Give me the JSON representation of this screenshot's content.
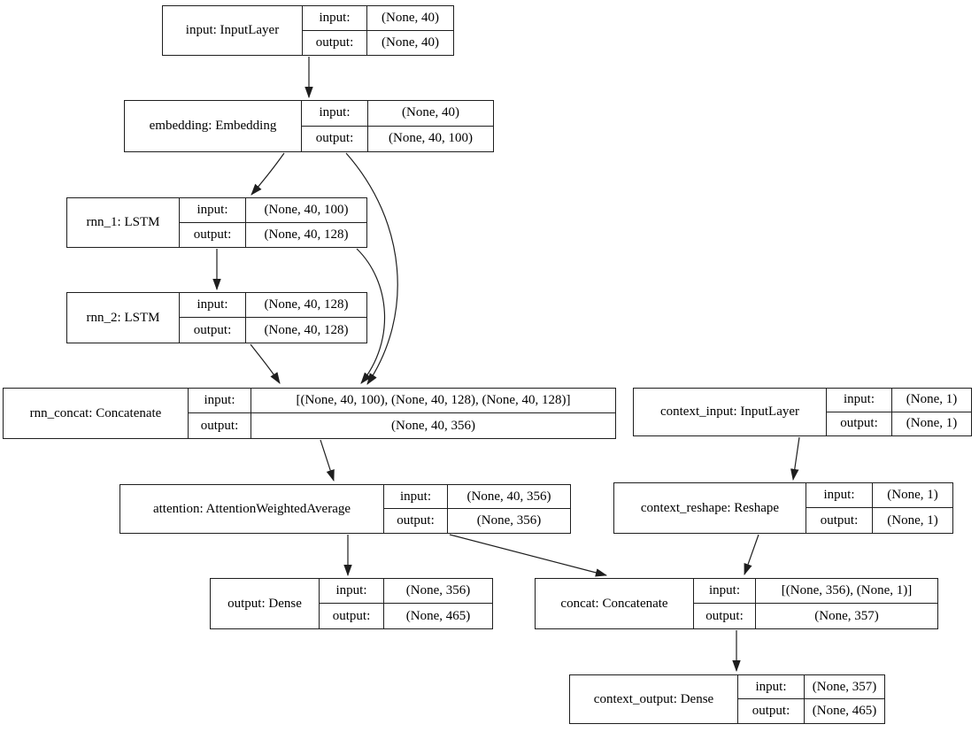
{
  "diagram": {
    "title": "keras-model-architecture-graph",
    "colors": {
      "background": "#ffffff",
      "node_border": "#1e1e1e",
      "edge": "#1e1e1e",
      "text": "#000000"
    },
    "io_labels": {
      "input": "input:",
      "output": "output:"
    },
    "nodes": [
      {
        "id": "input",
        "label": "input: InputLayer",
        "input": "(None, 40)",
        "output": "(None, 40)"
      },
      {
        "id": "embedding",
        "label": "embedding: Embedding",
        "input": "(None, 40)",
        "output": "(None, 40, 100)"
      },
      {
        "id": "rnn_1",
        "label": "rnn_1: LSTM",
        "input": "(None, 40, 100)",
        "output": "(None, 40, 128)"
      },
      {
        "id": "rnn_2",
        "label": "rnn_2: LSTM",
        "input": "(None, 40, 128)",
        "output": "(None, 40, 128)"
      },
      {
        "id": "rnn_concat",
        "label": "rnn_concat: Concatenate",
        "input": "[(None, 40, 100), (None, 40, 128), (None, 40, 128)]",
        "output": "(None, 40, 356)"
      },
      {
        "id": "context_input",
        "label": "context_input: InputLayer",
        "input": "(None, 1)",
        "output": "(None, 1)"
      },
      {
        "id": "attention",
        "label": "attention: AttentionWeightedAverage",
        "input": "(None, 40, 356)",
        "output": "(None, 356)"
      },
      {
        "id": "context_reshape",
        "label": "context_reshape: Reshape",
        "input": "(None, 1)",
        "output": "(None, 1)"
      },
      {
        "id": "output",
        "label": "output: Dense",
        "input": "(None, 356)",
        "output": "(None, 465)"
      },
      {
        "id": "concat",
        "label": "concat: Concatenate",
        "input": "[(None, 356), (None, 1)]",
        "output": "(None, 357)"
      },
      {
        "id": "context_output",
        "label": "context_output: Dense",
        "input": "(None, 357)",
        "output": "(None, 465)"
      }
    ],
    "edges": [
      {
        "from": "input",
        "to": "embedding"
      },
      {
        "from": "embedding",
        "to": "rnn_1"
      },
      {
        "from": "embedding",
        "to": "rnn_concat"
      },
      {
        "from": "rnn_1",
        "to": "rnn_2"
      },
      {
        "from": "rnn_1",
        "to": "rnn_concat"
      },
      {
        "from": "rnn_2",
        "to": "rnn_concat"
      },
      {
        "from": "rnn_concat",
        "to": "attention"
      },
      {
        "from": "context_input",
        "to": "context_reshape"
      },
      {
        "from": "attention",
        "to": "output"
      },
      {
        "from": "attention",
        "to": "concat"
      },
      {
        "from": "context_reshape",
        "to": "concat"
      },
      {
        "from": "concat",
        "to": "context_output"
      }
    ]
  }
}
